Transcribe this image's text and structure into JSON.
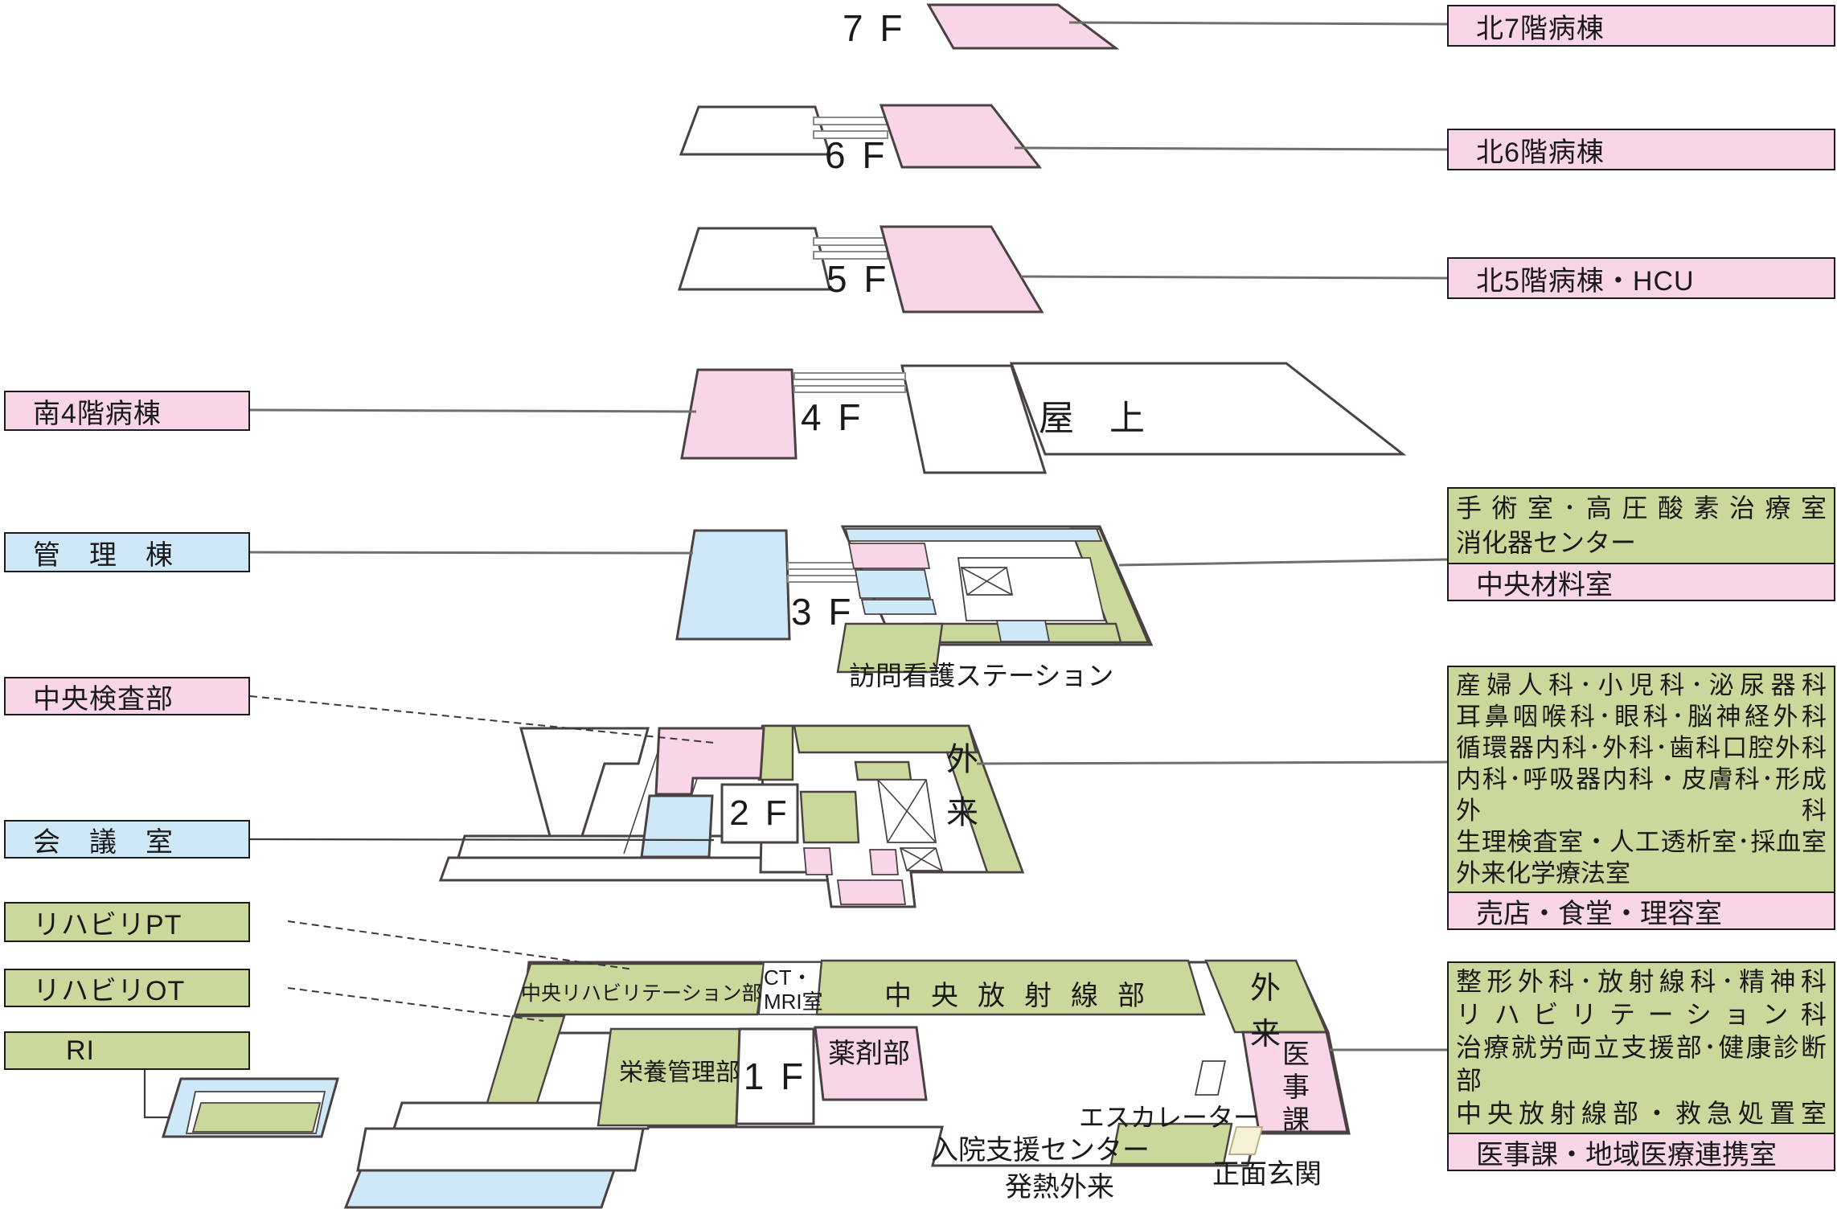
{
  "colors": {
    "ward_pink": "#f8d5e7",
    "admin_blue": "#cfe8f7",
    "dept_green": "#cbd89c",
    "entrance_cream": "#f6f0d6",
    "box_border": "#1c1c1c",
    "shape_stroke": "#4a4242"
  },
  "floors": {
    "f7": {
      "number": "7 F",
      "ward": "北7階病棟"
    },
    "f6": {
      "number": "6 F",
      "ward": "北6階病棟"
    },
    "f5": {
      "number": "5 F",
      "ward": "北5階病棟・HCU"
    },
    "f4": {
      "number": "4 F",
      "south_ward": "南4階病棟",
      "roof": "屋　上"
    },
    "f3": {
      "number": "3 F",
      "admin_bldg": "管　理　棟",
      "depts_line1": "手術室･高圧酸素治療室",
      "depts_line2": "消化器センター",
      "central_supply": "中央材料室",
      "nursing_station": "訪問看護ステーション"
    },
    "f2": {
      "number": "2 F",
      "central_lab": "中央検査部",
      "meeting_room": "会　議　室",
      "outpatient": "外来",
      "depts": [
        "産婦人科･小児科･泌尿器科",
        "耳鼻咽喉科･眼科･脳神経外科",
        "循環器内科･外科･歯科口腔外科",
        "内科･呼吸器内科・皮膚科･形成外科",
        "生理検査室・人工透析室･採血室",
        "外来化学療法室"
      ],
      "shops": "売店・食堂・理容室"
    },
    "f1": {
      "number": "1 F",
      "rehab_pt": "リハビリPT",
      "rehab_ot": "リハビリOT",
      "ri": "RI",
      "rehab_center": "中央リハビリテーション部",
      "ct_mri_line1": "CT・",
      "ct_mri_line2": "MRI室",
      "radiology": "中央放射線部",
      "outpatient": "外来",
      "nutrition": "栄養管理部",
      "pharmacy": "薬剤部",
      "medical_affairs": "医事課",
      "escalator": "エスカレーター",
      "admission_support": "入院支援センター",
      "fever_clinic": "発熱外来",
      "main_entrance": "正面玄関",
      "depts": [
        "整形外科･放射線科･精神科",
        "リハビリテーション科",
        "治療就労両立支援部･健康診断部",
        "中央放射線部・救急処置室"
      ],
      "medical_affairs_full": "医事課・地域医療連携室"
    }
  }
}
